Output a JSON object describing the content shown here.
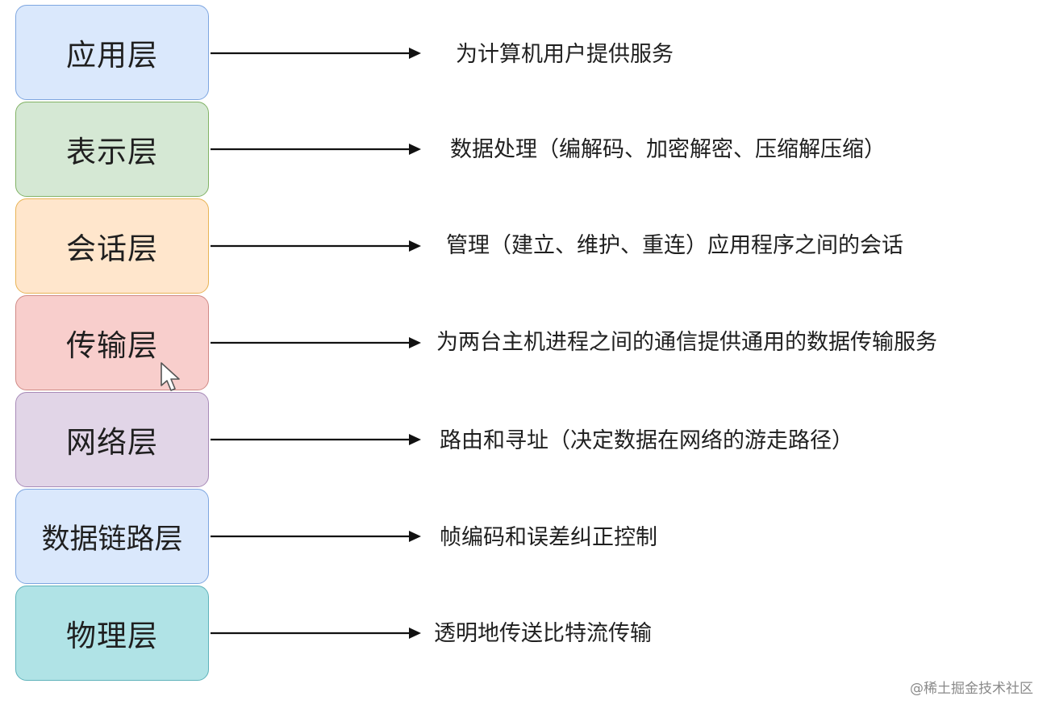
{
  "layers": [
    {
      "name": "应用层",
      "desc": "为计算机用户提供服务",
      "fill": "#dae8fc",
      "stroke": "#7ea6e0"
    },
    {
      "name": "表示层",
      "desc": "数据处理（编解码、加密解密、压缩解压缩）",
      "fill": "#d5e8d4",
      "stroke": "#82b366"
    },
    {
      "name": "会话层",
      "desc": "管理（建立、维护、重连）应用程序之间的会话",
      "fill": "#ffe6cc",
      "stroke": "#e8b457"
    },
    {
      "name": "传输层",
      "desc": "为两台主机进程之间的通信提供通用的数据传输服务",
      "fill": "#f8cecc",
      "stroke": "#d08a86"
    },
    {
      "name": "网络层",
      "desc": "路由和寻址（决定数据在网络的游走路径）",
      "fill": "#e1d5e7",
      "stroke": "#a88bb8"
    },
    {
      "name": "数据链路层",
      "desc": "帧编码和误差纠正控制",
      "fill": "#dae8fc",
      "stroke": "#7ea6e0"
    },
    {
      "name": "物理层",
      "desc": "透明地传送比特流传输",
      "fill": "#b0e3e6",
      "stroke": "#5fb3bb"
    }
  ],
  "watermark": "@稀土掘金技术社区"
}
